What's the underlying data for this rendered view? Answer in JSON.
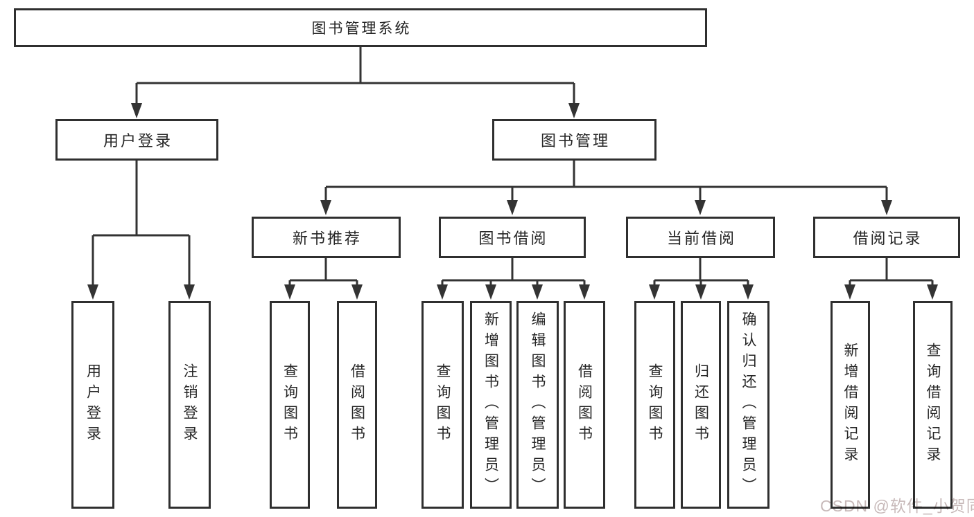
{
  "diagram": {
    "root_label": "图书管理系统",
    "branches": [
      {
        "label": "用户登录",
        "children": [
          "用户登录",
          "注销登录"
        ]
      },
      {
        "label": "图书管理",
        "groups": [
          {
            "label": "新书推荐",
            "children": [
              "查询图书",
              "借阅图书"
            ]
          },
          {
            "label": "图书借阅",
            "children": [
              "查询图书",
              "新增图书（管理员）",
              "编辑图书（管理员）",
              "借阅图书"
            ]
          },
          {
            "label": "当前借阅",
            "children": [
              "查询图书",
              "归还图书",
              "确认归还（管理员）"
            ]
          },
          {
            "label": "借阅记录",
            "children": [
              "新增借阅记录",
              "查询借阅记录"
            ]
          }
        ]
      }
    ]
  },
  "watermark": "CSDN @软件_小贺同学",
  "colors": {
    "line": "#333333",
    "box_border": "#2f2f2f",
    "box_fill": "#ffffff",
    "text": "#262626",
    "background": "#ffffff",
    "watermark": "#c8baba"
  }
}
